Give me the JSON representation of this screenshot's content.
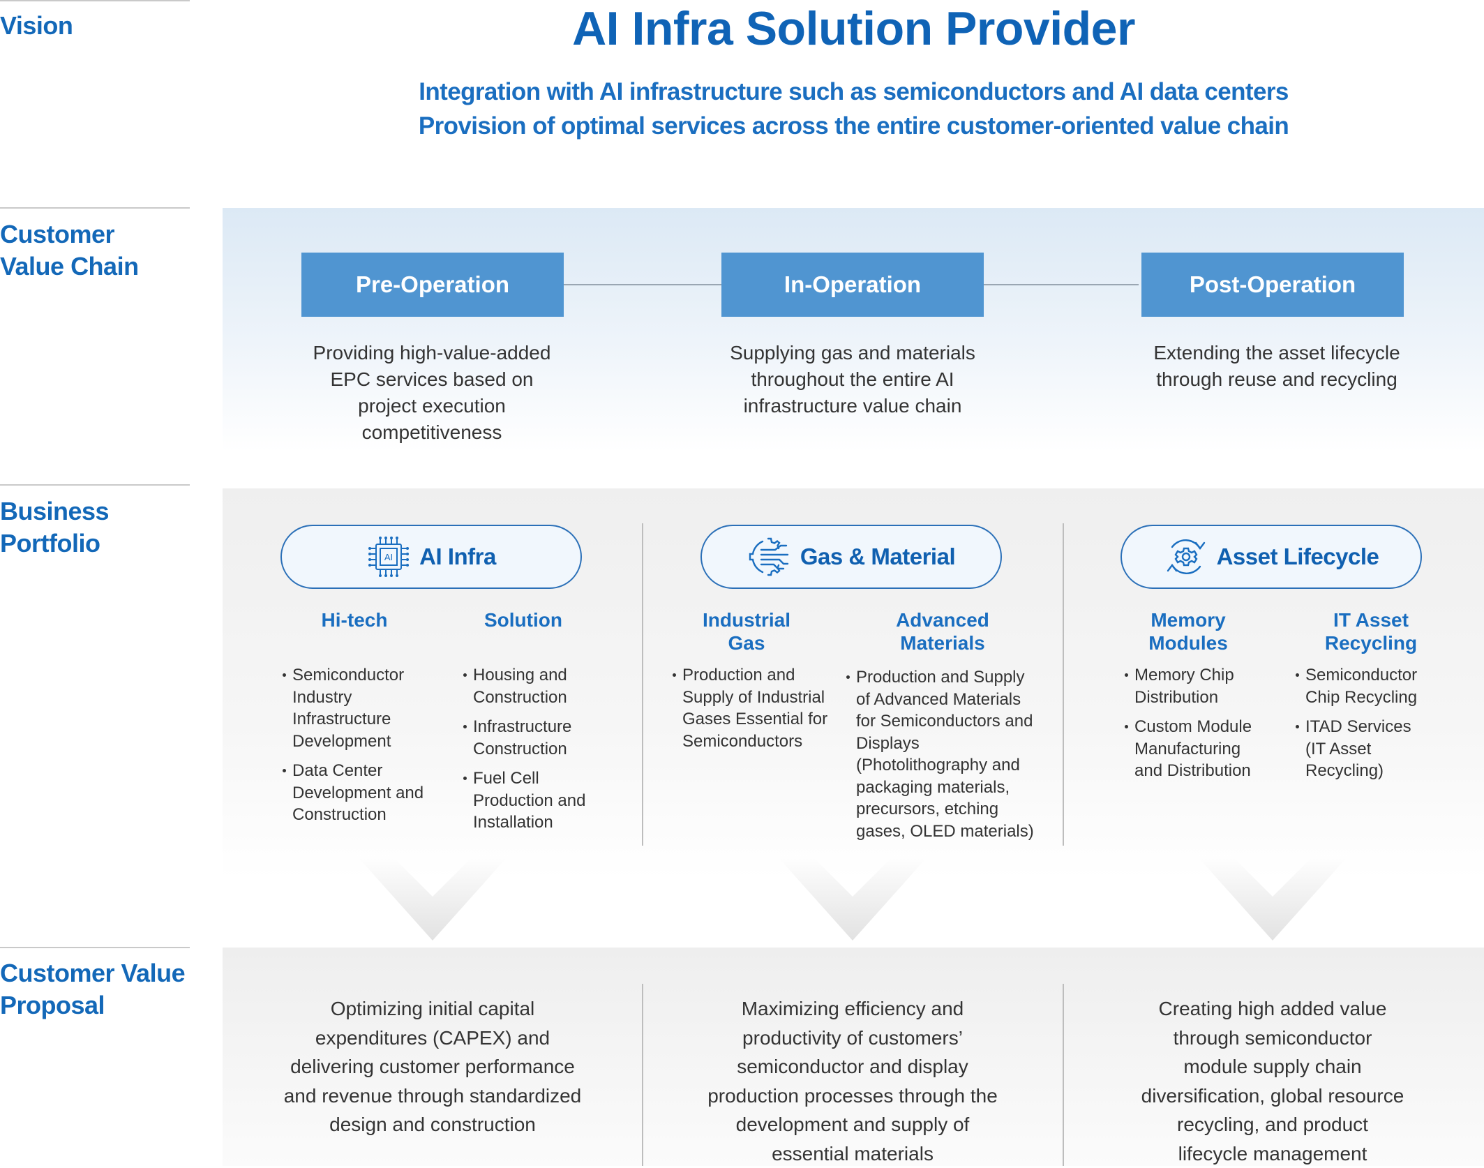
{
  "sections": {
    "vision": "Vision",
    "chain_line1": "Customer",
    "chain_line2": "Value Chain",
    "portfolio_line1": "Business",
    "portfolio_line2": "Portfolio",
    "cvp_line1": "Customer Value",
    "cvp_line2": "Proposal"
  },
  "vision": {
    "title": "AI Infra Solution Provider",
    "subtitle_1": "Integration with AI infrastructure such as semiconductors and AI data centers",
    "subtitle_2": "Provision of optimal services across the entire customer-oriented value chain"
  },
  "value_chain": [
    {
      "stage": "Pre-Operation",
      "lines": [
        "Providing high-value-added",
        "EPC services based on",
        "project execution",
        "competitiveness"
      ]
    },
    {
      "stage": "In-Operation",
      "lines": [
        "Supplying gas and materials",
        "throughout the entire AI",
        "infrastructure value chain"
      ]
    },
    {
      "stage": "Post-Operation",
      "lines": [
        "Extending the asset lifecycle",
        "through reuse and recycling"
      ]
    }
  ],
  "portfolio": [
    {
      "title": "AI Infra",
      "icon": "ai-chip-icon",
      "icon_text": "AI",
      "columns": [
        {
          "heading": [
            "Hi-tech"
          ],
          "items": [
            [
              "Semiconductor",
              "Industry",
              "Infrastructure",
              "Development"
            ],
            [
              "Data Center",
              "Development and",
              "Construction"
            ]
          ]
        },
        {
          "heading": [
            "Solution"
          ],
          "items": [
            [
              "Housing and",
              "Construction"
            ],
            [
              "Infrastructure",
              "Construction"
            ],
            [
              "Fuel Cell",
              "Production and",
              "Installation"
            ]
          ]
        }
      ]
    },
    {
      "title": "Gas & Material",
      "icon": "gas-material-icon",
      "columns": [
        {
          "heading": [
            "Industrial",
            "Gas"
          ],
          "items": [
            [
              "Production and",
              "Supply of Industrial",
              "Gases Essential for",
              "Semiconductors"
            ]
          ]
        },
        {
          "heading": [
            "Advanced",
            "Materials"
          ],
          "items": [
            [
              "Production and Supply",
              "of Advanced Materials",
              "for Semiconductors and",
              "Displays",
              "(Photolithography and",
              "packaging materials,",
              "precursors, etching",
              "gases, OLED materials)"
            ]
          ]
        }
      ]
    },
    {
      "title": "Asset Lifecycle",
      "icon": "recycle-gear-icon",
      "columns": [
        {
          "heading": [
            "Memory",
            "Modules"
          ],
          "items": [
            [
              "Memory Chip",
              "Distribution"
            ],
            [
              "Custom Module",
              "Manufacturing",
              "and Distribution"
            ]
          ]
        },
        {
          "heading": [
            "IT Asset",
            "Recycling"
          ],
          "items": [
            [
              "Semiconductor",
              "Chip Recycling"
            ],
            [
              "ITAD Services",
              "(IT Asset",
              "Recycling)"
            ]
          ]
        }
      ]
    }
  ],
  "value_proposals": [
    {
      "lines": [
        "Optimizing initial capital",
        "expenditures (CAPEX) and",
        "delivering customer performance",
        "and revenue through standardized",
        "design and construction"
      ]
    },
    {
      "lines": [
        "Maximizing efficiency and",
        "productivity of customers’",
        "semiconductor and display",
        "production processes through the",
        "development and supply of",
        "essential materials"
      ]
    },
    {
      "lines": [
        "Creating high added value",
        "through semiconductor",
        "module supply chain",
        "diversification, global resource",
        "recycling, and product",
        "lifecycle management"
      ]
    }
  ],
  "colors": {
    "primary_blue": "#1368b8",
    "stage_box": "#5095d1",
    "text": "#333333"
  }
}
